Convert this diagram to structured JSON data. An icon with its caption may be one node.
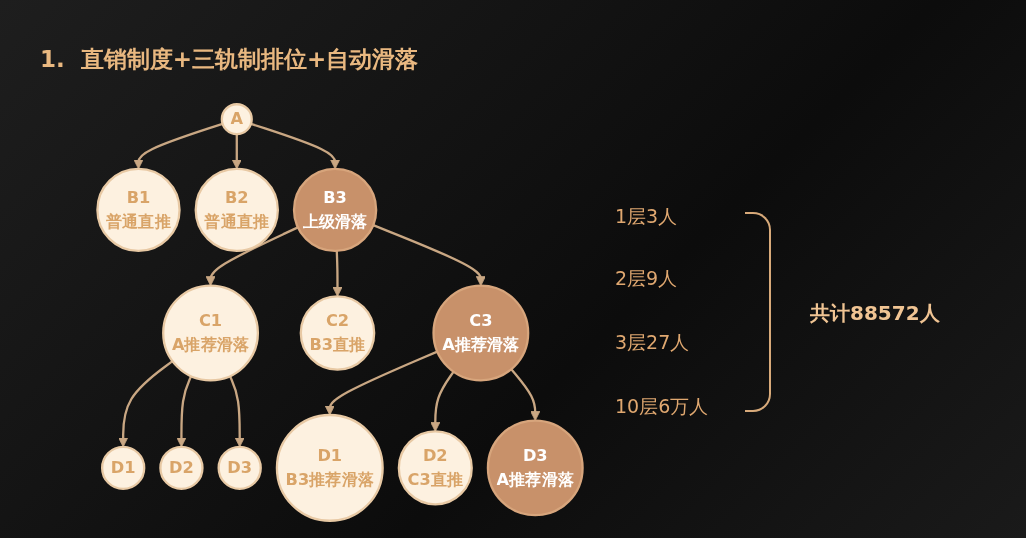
{
  "diagram": {
    "title": "1.  直销制度+三轨制排位+自动滑落",
    "nodes": [
      {
        "text": [
          "A"
        ]
      },
      {
        "text": [
          "B1",
          "普通直推"
        ]
      },
      {
        "text": [
          "B2",
          "普通直推"
        ]
      },
      {
        "text": [
          "B3",
          "上级滑落"
        ]
      },
      {
        "text": [
          "C1",
          "A推荐滑落"
        ]
      },
      {
        "text": [
          "C2",
          "B3直推"
        ]
      },
      {
        "text": [
          "C3",
          "A推荐滑落"
        ]
      },
      {
        "text": [
          "D1"
        ]
      },
      {
        "text": [
          "D2"
        ]
      },
      {
        "text": [
          "D3"
        ]
      },
      {
        "text": [
          "D1",
          "B3推荐滑落"
        ]
      },
      {
        "text": [
          "D2",
          "C3直推"
        ]
      },
      {
        "text": [
          "D3",
          "A推荐滑落"
        ]
      }
    ],
    "edges": [
      {
        "from": 0,
        "to": 1,
        "arrow": "to"
      },
      {
        "from": 0,
        "to": 2,
        "arrow": "to"
      },
      {
        "from": 0,
        "to": 3,
        "arrow": "to"
      },
      {
        "from": 3,
        "to": 4,
        "arrow": "to"
      },
      {
        "from": 3,
        "to": 5,
        "arrow": "to"
      },
      {
        "from": 3,
        "to": 6,
        "arrow": "to"
      },
      {
        "from": 4,
        "to": 7,
        "arrow": "to"
      },
      {
        "from": 4,
        "to": 8,
        "arrow": "to"
      },
      {
        "from": 4,
        "to": 9,
        "arrow": "to"
      },
      {
        "from": 6,
        "to": 10,
        "arrow": "to"
      },
      {
        "from": 6,
        "to": 11,
        "arrow": "to"
      },
      {
        "from": 6,
        "to": 12,
        "arrow": "to"
      }
    ],
    "labels": [
      "1层3人",
      "2层9人",
      "3层27人",
      "10层6万人",
      "共计88572人"
    ]
  }
}
